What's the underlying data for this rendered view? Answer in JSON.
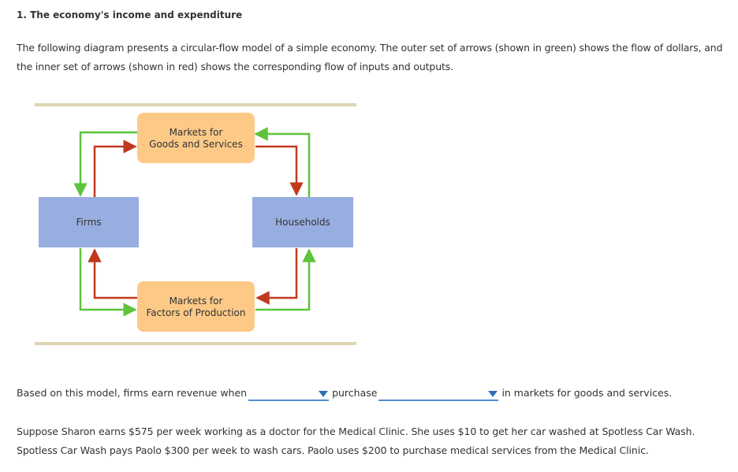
{
  "question": {
    "title": "1. The economy's income and expenditure",
    "intro": "The following diagram presents a circular-flow model of a simple economy. The outer set of arrows (shown in green) shows the flow of dollars, and the inner set of arrows (shown in red) shows the corresponding flow of inputs and outputs."
  },
  "diagram": {
    "goods_market": [
      "Markets for",
      "Goods and Services"
    ],
    "factors_market": [
      "Markets for",
      "Factors of Production"
    ],
    "firms": "Firms",
    "households": "Households",
    "colors": {
      "outer_arrows": "#5cc43a",
      "inner_arrows": "#c0391e",
      "sector_boxes": "#99aee0",
      "market_boxes": "#fdc987",
      "rule_lines": "#dfd5b0"
    }
  },
  "fill_in": {
    "prefix": "Based on this model, firms earn revenue when",
    "dropdown1_value": "",
    "middle": "purchase",
    "dropdown2_value": "",
    "suffix": "in markets for goods and services."
  },
  "followup": "Suppose Sharon earns $575 per week working as a doctor for the Medical Clinic. She uses $10 to get her car washed at Spotless Car Wash. Spotless Car Wash pays Paolo $300 per week to wash cars. Paolo uses $200 to purchase medical services from the Medical Clinic."
}
